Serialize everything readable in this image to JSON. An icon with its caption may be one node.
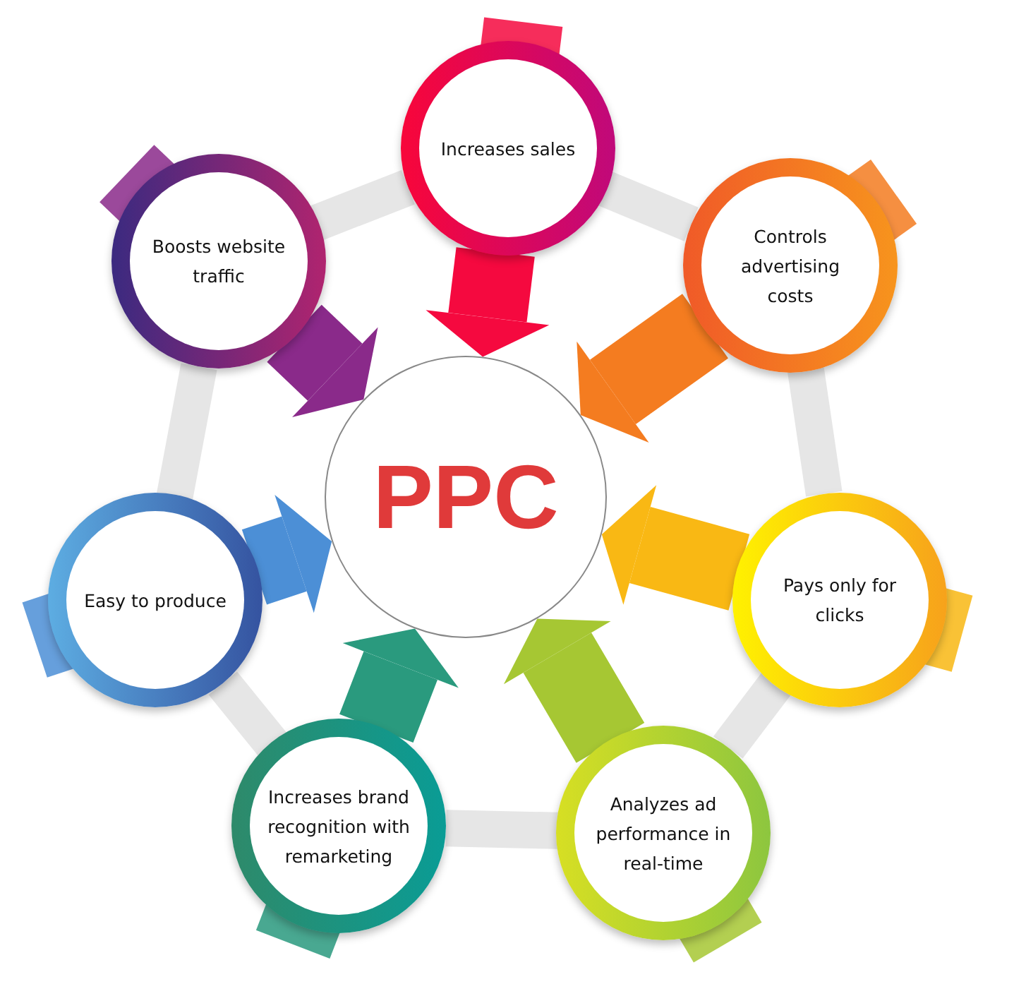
{
  "diagram": {
    "nodes": [
      {
        "text": [
          "PPC"
        ]
      },
      {
        "text": [
          "Increases sales"
        ]
      },
      {
        "text": [
          "Controls advertising costs"
        ]
      },
      {
        "text": [
          "Pays only for clicks"
        ]
      },
      {
        "text": [
          "Analyzes ad performance in real-time"
        ]
      },
      {
        "text": [
          "Increases brand recognition with remarketing"
        ]
      },
      {
        "text": [
          "Easy to produce"
        ]
      },
      {
        "text": [
          "Boosts website traffic"
        ]
      }
    ],
    "edges": [
      {
        "from": 1,
        "to": 0,
        "arrow": "to",
        "style": "thick",
        "color": "#f5093f"
      },
      {
        "from": 2,
        "to": 0,
        "arrow": "to",
        "style": "thick",
        "color": "#f47c20"
      },
      {
        "from": 3,
        "to": 0,
        "arrow": "to",
        "style": "thick",
        "color": "#f9b814"
      },
      {
        "from": 4,
        "to": 0,
        "arrow": "to",
        "style": "thick",
        "color": "#a6c733"
      },
      {
        "from": 5,
        "to": 0,
        "arrow": "to",
        "style": "thick",
        "color": "#2a9a7e"
      },
      {
        "from": 6,
        "to": 0,
        "arrow": "to",
        "style": "thick",
        "color": "#4c8fd6"
      },
      {
        "from": 7,
        "to": 0,
        "arrow": "to",
        "style": "thick",
        "color": "#8a2a8a"
      },
      {
        "from": 1,
        "to": 2,
        "arrow": "none",
        "color": "#e6e6e6"
      },
      {
        "from": 2,
        "to": 3,
        "arrow": "none",
        "color": "#e6e6e6"
      },
      {
        "from": 3,
        "to": 4,
        "arrow": "none",
        "color": "#e6e6e6"
      },
      {
        "from": 4,
        "to": 5,
        "arrow": "none",
        "color": "#e6e6e6"
      },
      {
        "from": 5,
        "to": 6,
        "arrow": "none",
        "color": "#e6e6e6"
      },
      {
        "from": 6,
        "to": 7,
        "arrow": "none",
        "color": "#e6e6e6"
      },
      {
        "from": 7,
        "to": 1,
        "arrow": "none",
        "color": "#e6e6e6"
      }
    ]
  }
}
